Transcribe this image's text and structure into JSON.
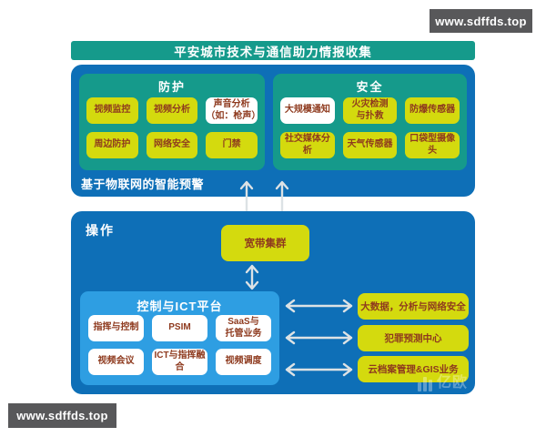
{
  "watermark_top_right": "www.sdffds.top",
  "watermark_bottom_left": "www.sdffds.top",
  "brand_watermark": "亿欧",
  "header": {
    "title": "平安城市技术与通信助力情报收集"
  },
  "iot_section": {
    "protection": {
      "title": "防护",
      "boxes": [
        {
          "label": "视频监控",
          "variant": "yellow"
        },
        {
          "label": "视频分析",
          "variant": "yellow"
        },
        {
          "label": "声音分析\n（如：枪声）",
          "variant": "white"
        },
        {
          "label": "周边防护",
          "variant": "yellow"
        },
        {
          "label": "网络安全",
          "variant": "yellow"
        },
        {
          "label": "门禁",
          "variant": "yellow"
        }
      ]
    },
    "security": {
      "title": "安全",
      "boxes": [
        {
          "label": "大规模通知",
          "variant": "white"
        },
        {
          "label": "火灾检测\n与扑救",
          "variant": "yellow"
        },
        {
          "label": "防爆传感器",
          "variant": "yellow"
        },
        {
          "label": "社交媒体分析",
          "variant": "yellow"
        },
        {
          "label": "天气传感器",
          "variant": "yellow"
        },
        {
          "label": "口袋型摄像头",
          "variant": "yellow"
        }
      ]
    },
    "caption": "基于物联网的智能预警"
  },
  "operation_section": {
    "title": "操作",
    "broadband_cluster": "宽带集群",
    "ict_platform": {
      "title": "控制与ICT平台",
      "boxes": [
        {
          "label": "指挥与控制"
        },
        {
          "label": "PSIM"
        },
        {
          "label": "SaaS与\n托管业务"
        },
        {
          "label": "视频会议"
        },
        {
          "label": "ICT与指挥融合"
        },
        {
          "label": "视频调度"
        }
      ]
    },
    "services": [
      {
        "label": "大数据，分析与网络安全"
      },
      {
        "label": "犯罪预测中心"
      },
      {
        "label": "云档案管理&GIS业务"
      }
    ]
  },
  "colors": {
    "teal": "#159a8b",
    "blue_panel": "#0e6fb7",
    "light_blue_panel": "#2e9ee2",
    "chip_yellow": "#d4da0e",
    "chip_text": "#8e3a1e",
    "arrow": "#dce2e5",
    "watermark_bg": "#58585a"
  }
}
